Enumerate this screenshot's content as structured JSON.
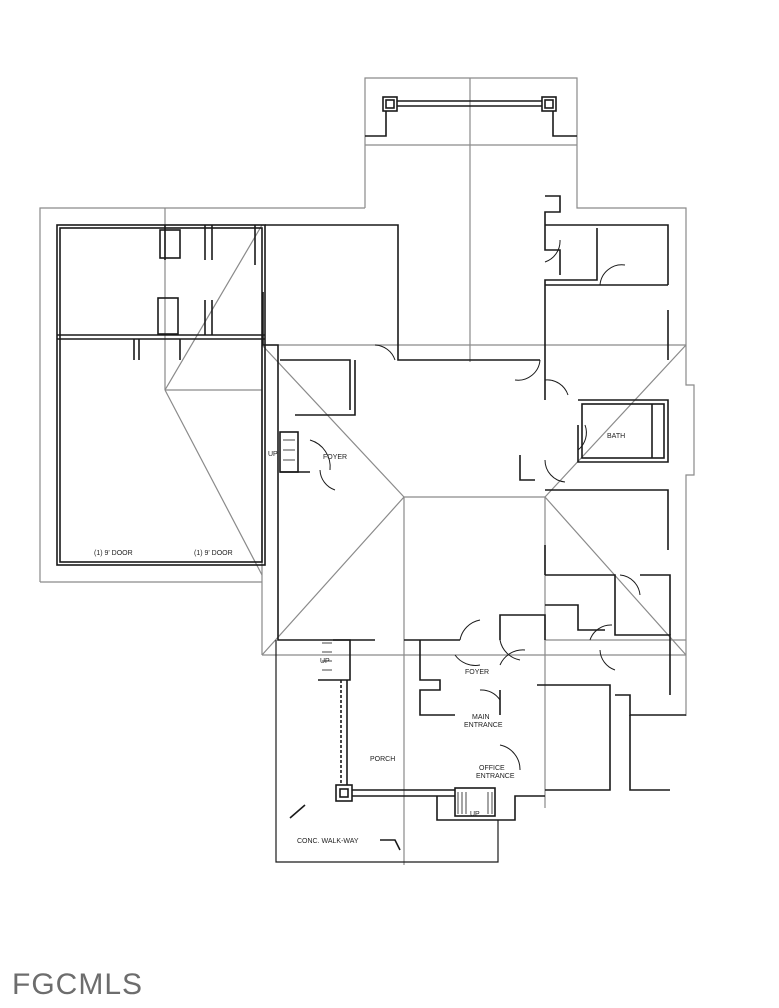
{
  "labels": {
    "foyer_west": "FOYER",
    "foyer_main": "FOYER",
    "bath": "BATH",
    "main_entrance_1": "MAIN",
    "main_entrance_2": "ENTRANCE",
    "office_entrance_1": "OFFICE",
    "office_entrance_2": "ENTRANCE",
    "porch": "PORCH",
    "walkway": "CONC. WALK-WAY",
    "garage_door_1": "(1) 9' DOOR",
    "garage_door_2": "(1) 9' DOOR",
    "up_west": "UP",
    "up_porch": "UP",
    "up_entry": "UP"
  },
  "watermark": "FGCMLS",
  "colors": {
    "wall": "#1a1a1a",
    "roof": "#8a8a8a",
    "background": "#ffffff",
    "watermark": "#6d6d6d"
  }
}
